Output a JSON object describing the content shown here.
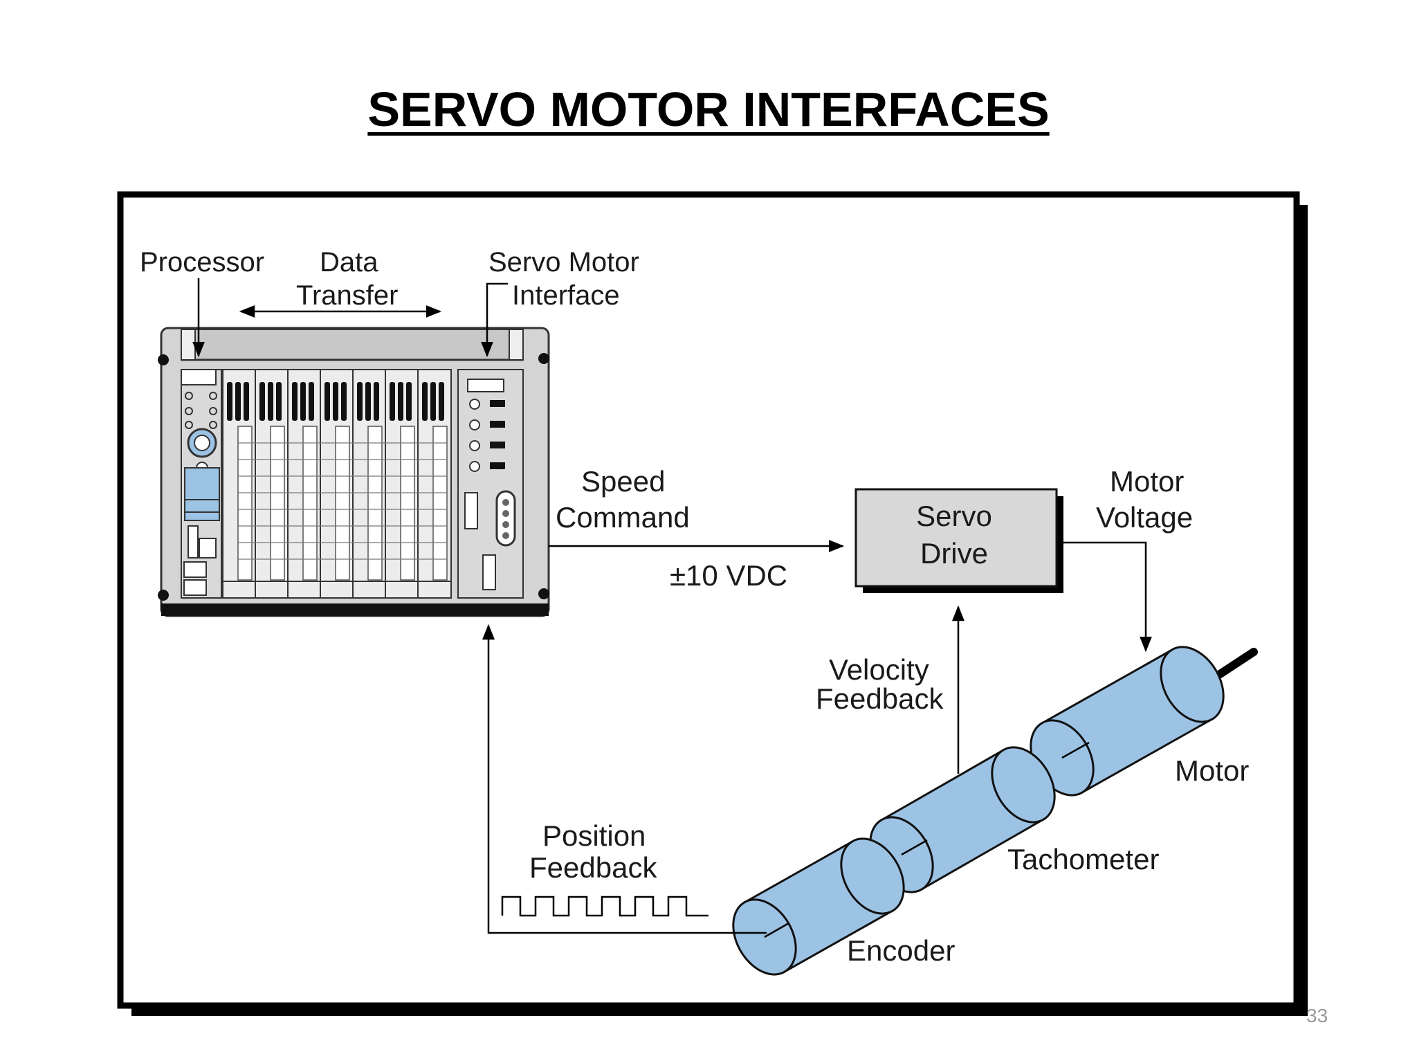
{
  "slide": {
    "title": "SERVO MOTOR INTERFACES",
    "page_number": "33"
  },
  "diagram": {
    "labels": {
      "processor": "Processor",
      "data_transfer_line1": "Data",
      "data_transfer_line2": "Transfer",
      "servo_interface_line1": "Servo Motor",
      "servo_interface_line2": "Interface",
      "speed_command_line1": "Speed",
      "speed_command_line2": "Command",
      "voltage_range": "±10 VDC",
      "servo_drive_line1": "Servo",
      "servo_drive_line2": "Drive",
      "motor_voltage_line1": "Motor",
      "motor_voltage_line2": "Voltage",
      "velocity_feedback_line1": "Velocity",
      "velocity_feedback_line2": "Feedback",
      "motor": "Motor",
      "tachometer": "Tachometer",
      "encoder": "Encoder",
      "position_feedback_line1": "Position",
      "position_feedback_line2": "Feedback"
    },
    "colors": {
      "cylinder_fill": "#9cc3e4",
      "drive_box_fill": "#d8d8d8",
      "rack_fill": "#d4d4d4",
      "frame": "#000000"
    }
  }
}
